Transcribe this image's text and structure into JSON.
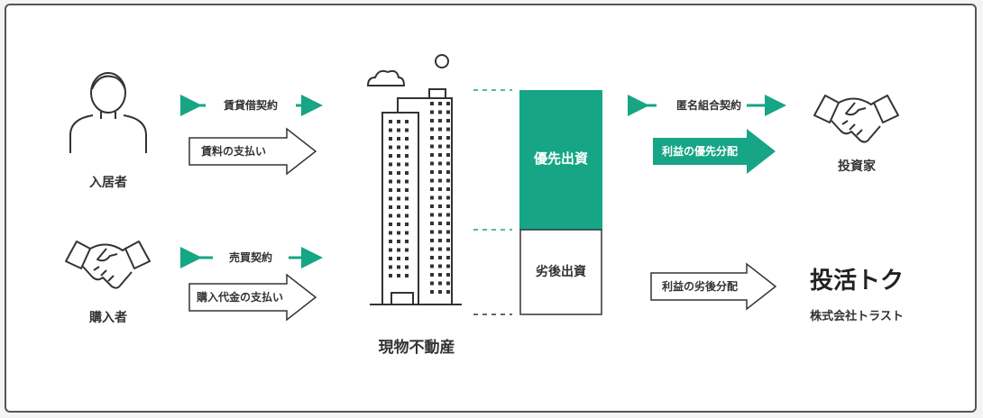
{
  "left": {
    "resident": {
      "label": "入居者",
      "contract": "賃貸借契約",
      "payment": "賃料の支払い"
    },
    "buyer": {
      "label": "購入者",
      "contract": "売買契約",
      "payment": "購入代金の支払い"
    }
  },
  "center": {
    "property_label": "現物不動産"
  },
  "capital": {
    "senior_label": "優先出資",
    "junior_label": "劣後出資"
  },
  "right": {
    "investor": {
      "label": "投資家",
      "contract": "匿名組合契約",
      "senior_dist": "利益の優先分配"
    },
    "company": {
      "logo_text": "投活トク",
      "label": "株式会社トラスト",
      "junior_dist": "利益の劣後分配"
    }
  },
  "colors": {
    "accent": "#16a585",
    "text": "#333333",
    "border": "#555555"
  }
}
